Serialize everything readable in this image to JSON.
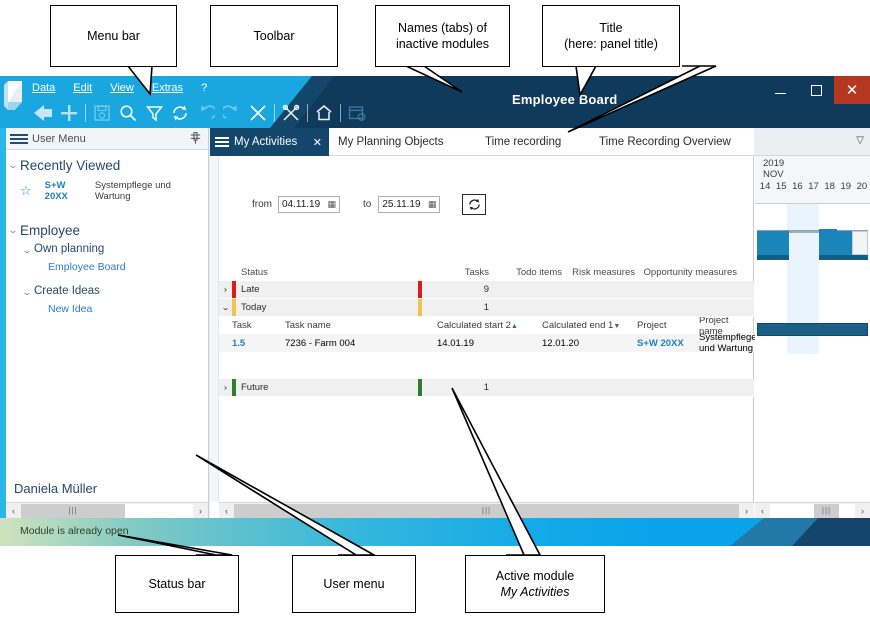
{
  "window": {
    "title": "Employee Board",
    "controls": {
      "minimize": "–",
      "maximize": "□",
      "close": "✕"
    }
  },
  "menu_bar": {
    "items": [
      "Data",
      "Edit",
      "View",
      "Extras",
      "?"
    ]
  },
  "toolbar": {
    "icons": [
      "back-arrow-icon",
      "add-icon",
      "save-icon",
      "search-icon",
      "filter-icon",
      "refresh-icon",
      "undo-icon",
      "redo-icon",
      "close-x-icon",
      "tools-icon",
      "home-icon",
      "calendar-clock-icon"
    ]
  },
  "user_menu": {
    "header_title": "User Menu",
    "pin_label": "⚲",
    "groups": [
      {
        "label": "Recently Viewed",
        "entries": [
          {
            "code": "S+W 20XX",
            "desc": "Systempflege und Wartung",
            "icon": "star-icon"
          }
        ]
      },
      {
        "label": "Employee",
        "sub": [
          {
            "label": "Own planning",
            "links": [
              "Employee Board"
            ]
          },
          {
            "label": "Create Ideas",
            "links": [
              "New Idea"
            ]
          }
        ]
      }
    ],
    "user_name": "Daniela Müller"
  },
  "tabs": {
    "active": {
      "label": "My Activities",
      "close": "✕"
    },
    "inactive": [
      "My Planning Objects",
      "Time recording",
      "Time Recording Overview"
    ],
    "overflow_icon": "chevron-down-icon"
  },
  "filter": {
    "from_label": "from",
    "from_value": "04.11.19",
    "to_label": "to",
    "to_value": "25.11.19",
    "refresh_icon": "refresh-icon"
  },
  "table": {
    "headers": [
      "Status",
      "Tasks",
      "Todo items",
      "Risk measures",
      "Opportunity measures"
    ],
    "rows": [
      {
        "expander": "›",
        "status": "Late",
        "color": "#e01b1b",
        "tasks": "9",
        "todo": "",
        "risk": "",
        "opportunity": ""
      },
      {
        "expander": "⌄",
        "status": "Today",
        "color": "#f5c24c",
        "tasks": "1",
        "todo": "",
        "risk": "",
        "opportunity": ""
      },
      {
        "expander": "›",
        "status": "Future",
        "color": "#2f7d32",
        "tasks": "1",
        "todo": "",
        "risk": "",
        "opportunity": ""
      }
    ],
    "sub_headers": [
      "Task",
      "Task name",
      "Calculated start 2",
      "Calculated end 1",
      "Project",
      "Project name"
    ],
    "sub_sort": {
      "start": "▲",
      "end": "▼"
    },
    "sub_rows": [
      {
        "task": "1.5",
        "task_name": "7236 - Farm 004",
        "start": "14.01.19",
        "end": "12.01.20",
        "project": "S+W 20XX",
        "project_name": "Systempflege und Wartung"
      }
    ]
  },
  "gantt": {
    "year": "2019",
    "month": "NOV",
    "days": [
      "14",
      "15",
      "16",
      "17",
      "18",
      "19",
      "20"
    ],
    "accent_color": "#1b84b8"
  },
  "status_bar": {
    "message": "Module is already open"
  },
  "annotations": [
    {
      "name": "menu-bar",
      "line1": "Menu bar"
    },
    {
      "name": "toolbar",
      "line1": "Toolbar"
    },
    {
      "name": "inactive-tabs",
      "line1": "Names (tabs) of",
      "line2": "inactive modules"
    },
    {
      "name": "title",
      "line1": "Title",
      "line2": "(here: panel title)"
    },
    {
      "name": "status-bar",
      "line1": "Status bar"
    },
    {
      "name": "user-menu",
      "line1": "User menu"
    },
    {
      "name": "active-module",
      "line1": "Active module",
      "line2": "My Activities"
    }
  ],
  "scrollbars": {
    "left_arrow": "‹",
    "right_arrow": "›",
    "grip": "|||"
  }
}
